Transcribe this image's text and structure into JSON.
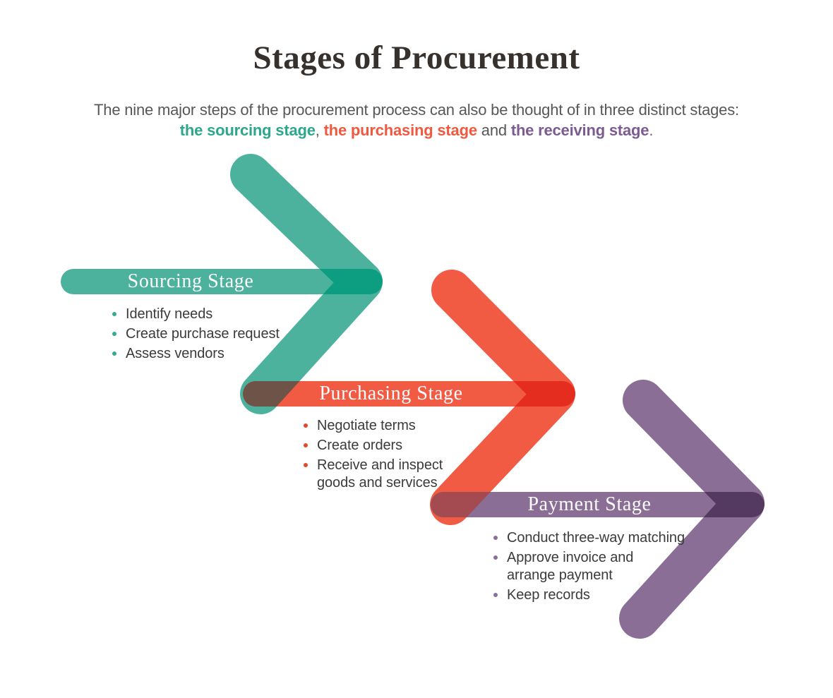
{
  "title": "Stages of Procurement",
  "subtitle": {
    "line1": "The nine major steps of the procurement process can also be thought of in three distinct stages:",
    "segments": {
      "sourcing": "the sourcing stage",
      "comma": ", ",
      "purchasing": "the purchasing stage",
      "and": " and ",
      "receiving": "the receiving stage",
      "period": "."
    },
    "colors": {
      "sourcing": "#2da78c",
      "purchasing": "#f0593f",
      "receiving": "#7c5c90",
      "plain": "#57575a"
    }
  },
  "stages": [
    {
      "label": "Sourcing Stage",
      "color": "#4db29d",
      "color_overlap": "#0d9e81",
      "dot_color": "#35aa91",
      "bullets": [
        "Identify needs",
        "Create purchase request",
        "Assess vendors"
      ]
    },
    {
      "label": "Purchasing Stage",
      "color": "#f15b44",
      "color_overlap": "#e42d1e",
      "color_overlap_prev": "#6e5349",
      "dot_color": "#e2492c",
      "bullets": [
        "Negotiate terms",
        "Create orders",
        "Receive and inspect\ngoods and services"
      ]
    },
    {
      "label": "Payment Stage",
      "color": "#8a6e96",
      "color_overlap": "#543a60",
      "color_overlap_prev": "#a34b50",
      "dot_color": "#8b6f98",
      "bullets": [
        "Conduct three-way matching",
        "Approve invoice and\narrange payment",
        "Keep records"
      ]
    }
  ]
}
